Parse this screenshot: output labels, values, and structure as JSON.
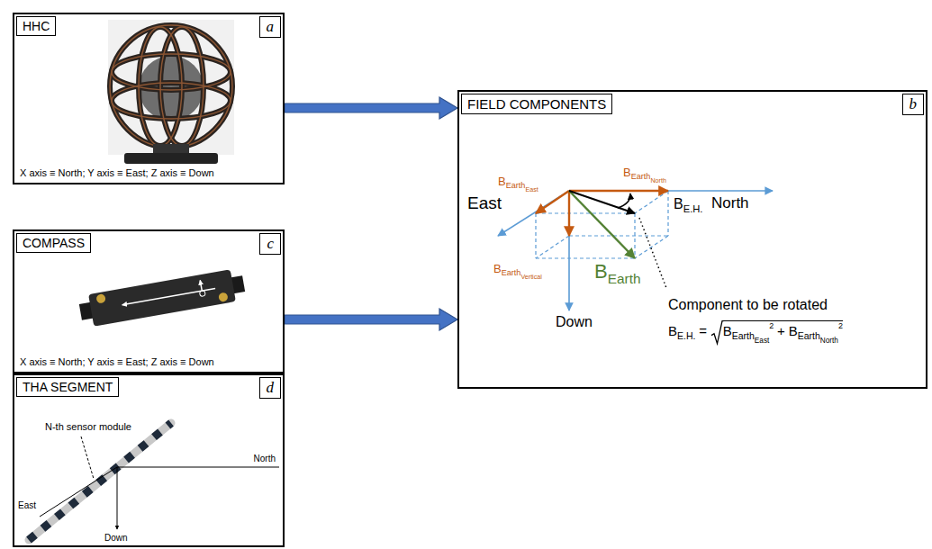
{
  "diagram": {
    "nodes": [
      {
        "text": [
          "HHC",
          "a",
          "X axis ≡ North; Y axis ≡ East; Z axis ≡ Down"
        ]
      },
      {
        "text": [
          "FIELD COMPONENTS",
          "b"
        ]
      },
      {
        "text": [
          "COMPASS",
          "c",
          "X axis ≡ North; Y axis ≡ East; Z axis ≡ Down"
        ]
      },
      {
        "text": [
          "THA SEGMENT",
          "d"
        ]
      }
    ],
    "edges": [
      {
        "from": 0,
        "to": 1,
        "arrow": "to"
      },
      {
        "from": 2,
        "to": 1,
        "arrow": "to"
      }
    ],
    "labels": [
      "B",
      "Earth",
      "East",
      "B",
      "Earth",
      "North",
      "North",
      "East",
      "B",
      "Earth",
      "Vertical",
      "B",
      "E.H.",
      "B",
      "Earth",
      "Down",
      "Component to be rotated",
      "B",
      "E.H.",
      "=",
      "B",
      "Earth",
      "East",
      "2",
      "+",
      "B",
      "Earth",
      "North",
      "2",
      "N-th sensor module",
      "North",
      "East",
      "Down"
    ]
  }
}
